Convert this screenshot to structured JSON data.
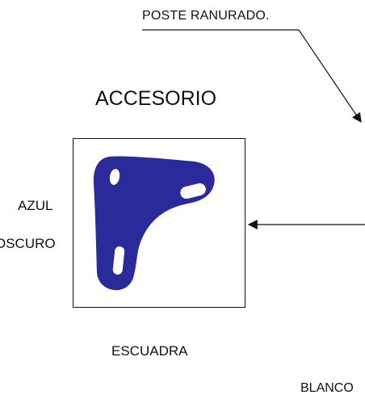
{
  "labels": {
    "poste": "POSTE RANURADO.",
    "accesorio": "ACCESORIO",
    "color_line1": "AZUL",
    "color_line2": "OSCURO",
    "escuadra": "ESCUADRA",
    "blanco": "BLANCO"
  },
  "colors": {
    "part": "#2b2a9a",
    "line": "#111111"
  }
}
